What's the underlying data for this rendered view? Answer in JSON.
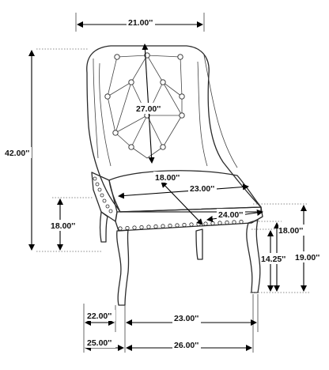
{
  "dimensions": {
    "overall_width": "21.00''",
    "back_height": "27.00''",
    "overall_height": "42.00''",
    "seat_depth": "18.00''",
    "seat_width_back": "23.00''",
    "seat_width_front": "24.00''",
    "arm_height_side": "18.00''",
    "floor_to_seat": "14.25''",
    "seat_height": "18.00''",
    "seat_to_top": "19.00''",
    "leg_span_22": "22.00''",
    "leg_span_23": "23.00''",
    "base_depth_25": "25.00''",
    "base_width_26": "26.00''"
  }
}
